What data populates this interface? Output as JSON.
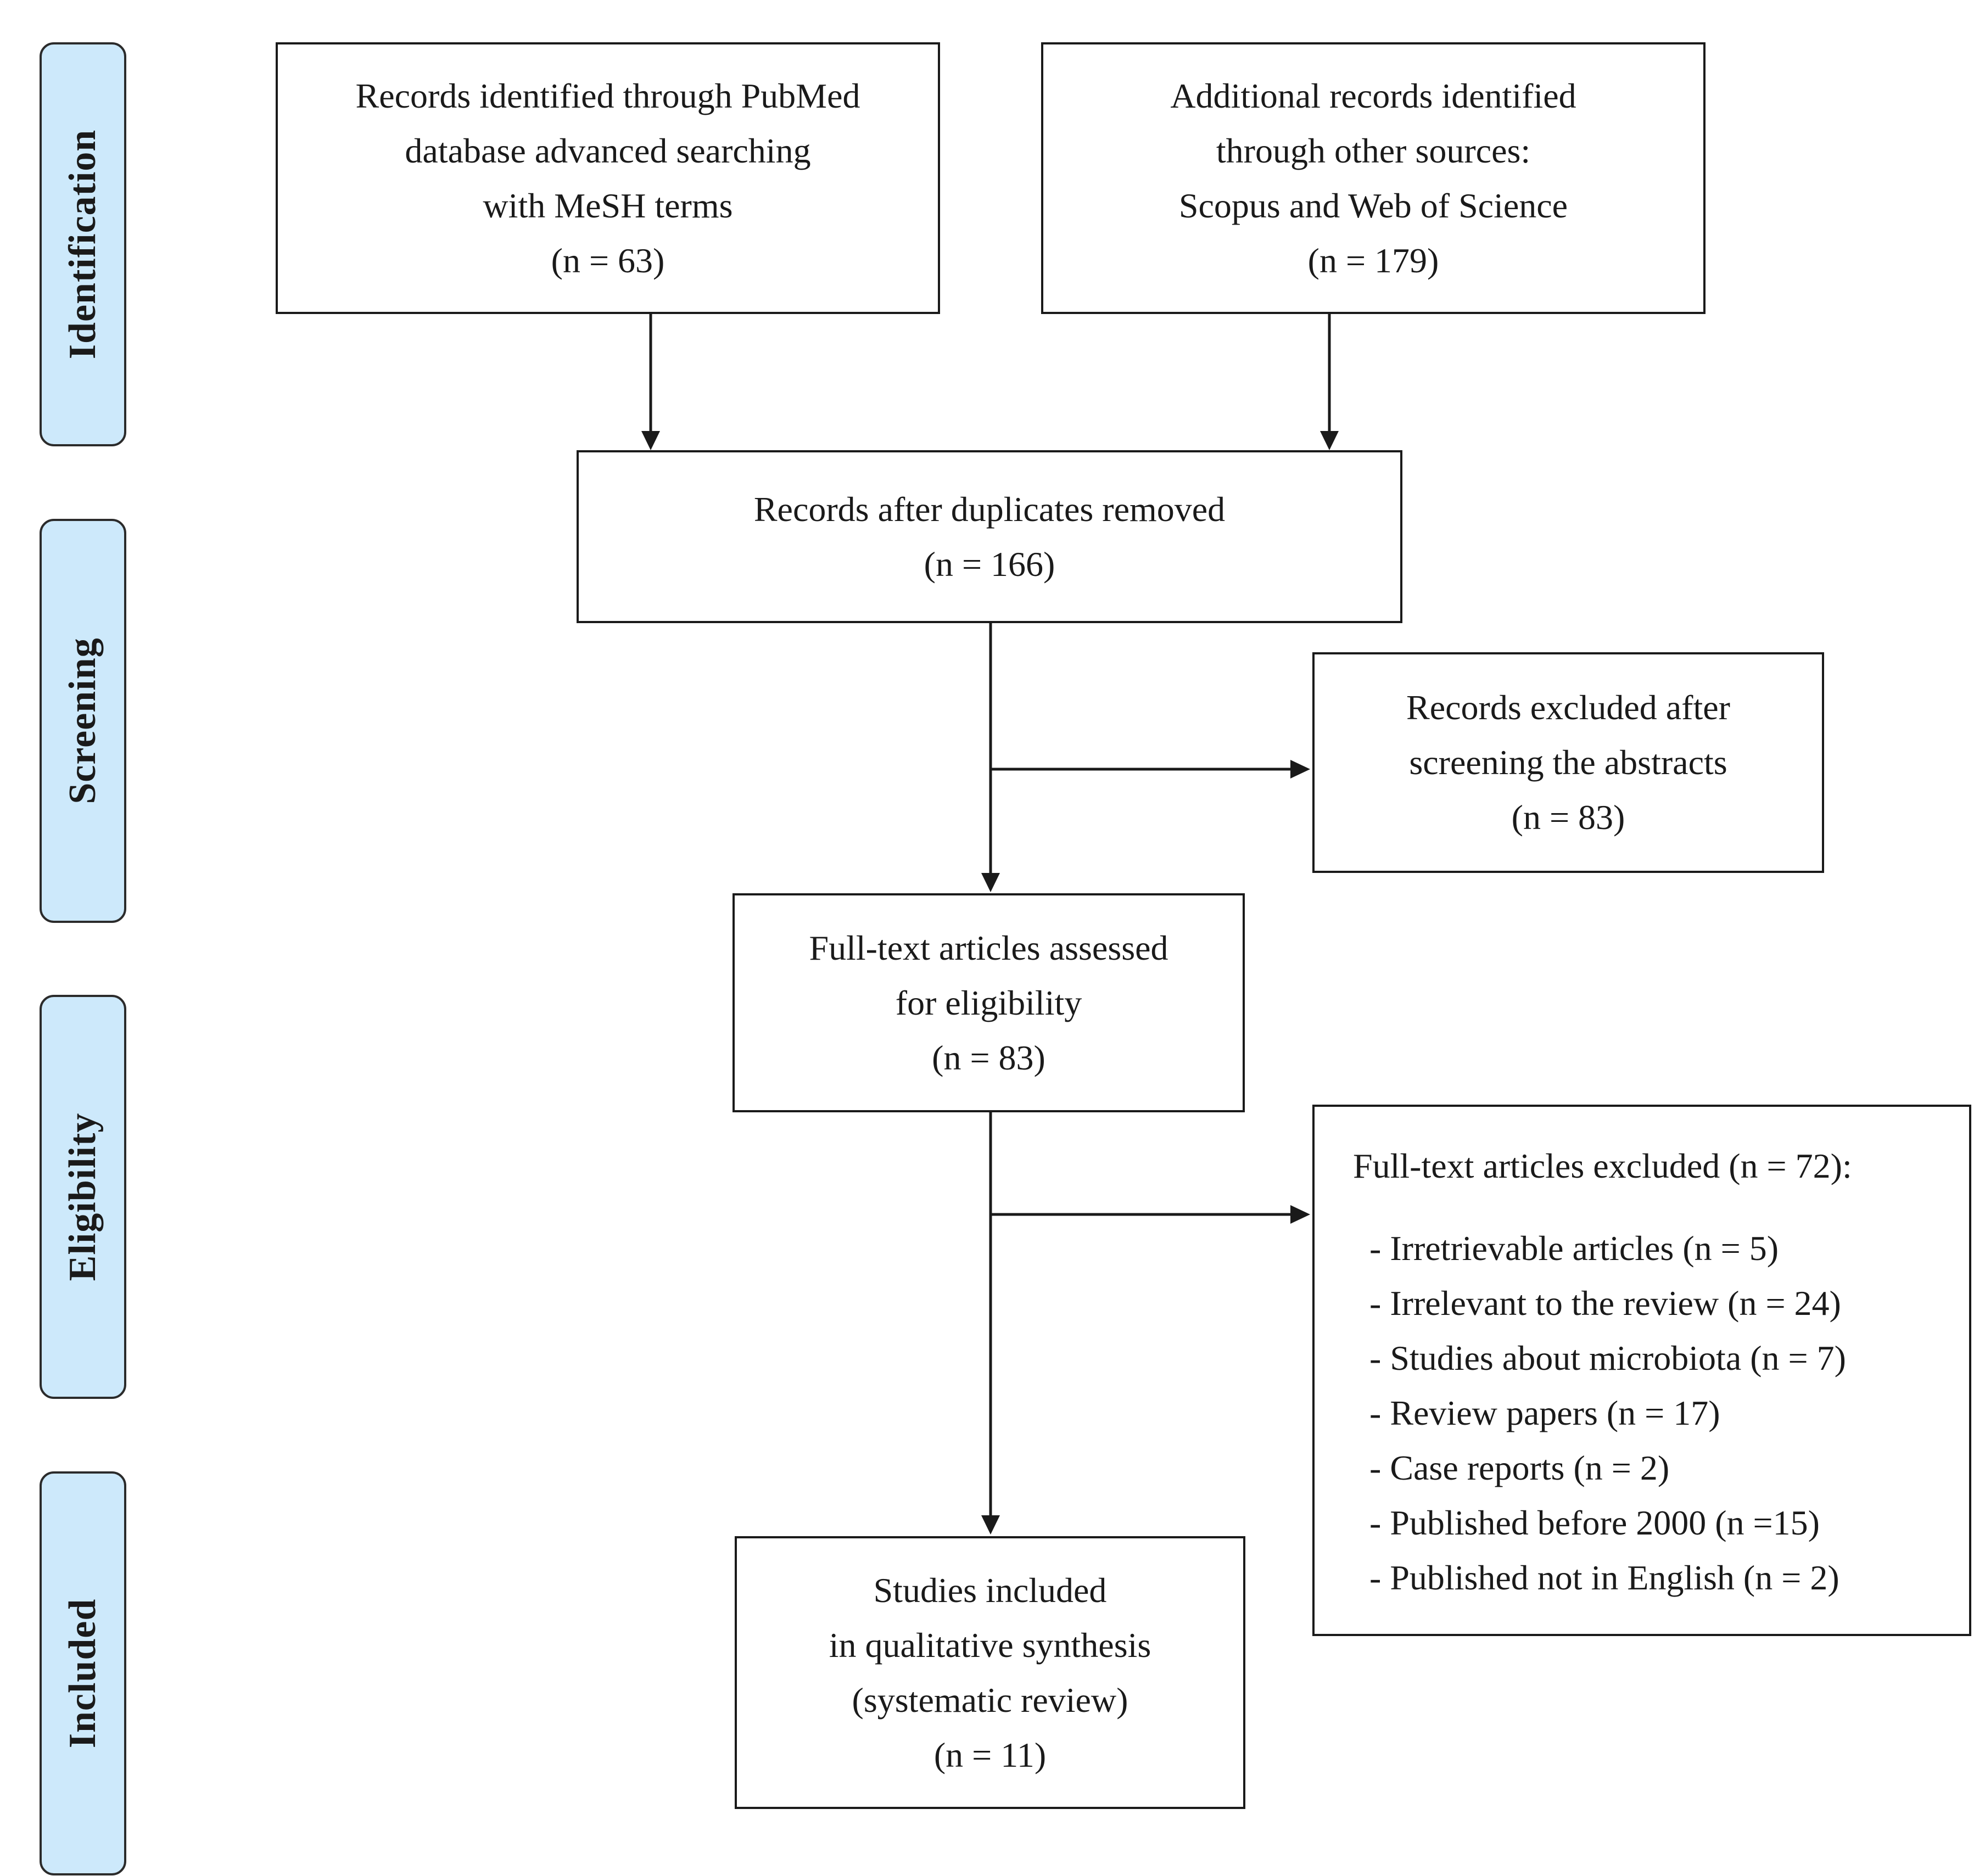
{
  "phases": {
    "identification": "Identification",
    "screening": "Screening",
    "eligibility": "Eligibility",
    "included": "Included"
  },
  "boxes": {
    "pubmed": {
      "lines": [
        "Records identified through PubMed",
        "database advanced searching",
        "with MeSH terms",
        "(n = 63)"
      ]
    },
    "other_sources": {
      "lines": [
        "Additional records identified",
        "through other sources:",
        "Scopus and Web of Science",
        "(n = 179)"
      ]
    },
    "duplicates_removed": {
      "lines": [
        "Records after duplicates removed",
        "(n = 166)"
      ]
    },
    "excluded_abstracts": {
      "lines": [
        "Records excluded after",
        "screening the abstracts",
        "(n = 83)"
      ]
    },
    "fulltext_assessed": {
      "lines": [
        "Full-text articles assessed",
        "for eligibility",
        "(n = 83)"
      ]
    },
    "fulltext_excluded": {
      "heading": "Full-text articles excluded (n =  72):",
      "items": [
        "- Irretrievable articles (n = 5)",
        "- Irrelevant to the review (n = 24)",
        "- Studies about microbiota (n = 7)",
        "- Review papers (n = 17)",
        "- Case reports (n = 2)",
        "- Published before 2000 (n =15)",
        "- Published not in English (n = 2)"
      ]
    },
    "included_studies": {
      "lines": [
        "Studies included",
        "in qualitative synthesis",
        "(systematic review)",
        "(n =  11)"
      ]
    }
  }
}
